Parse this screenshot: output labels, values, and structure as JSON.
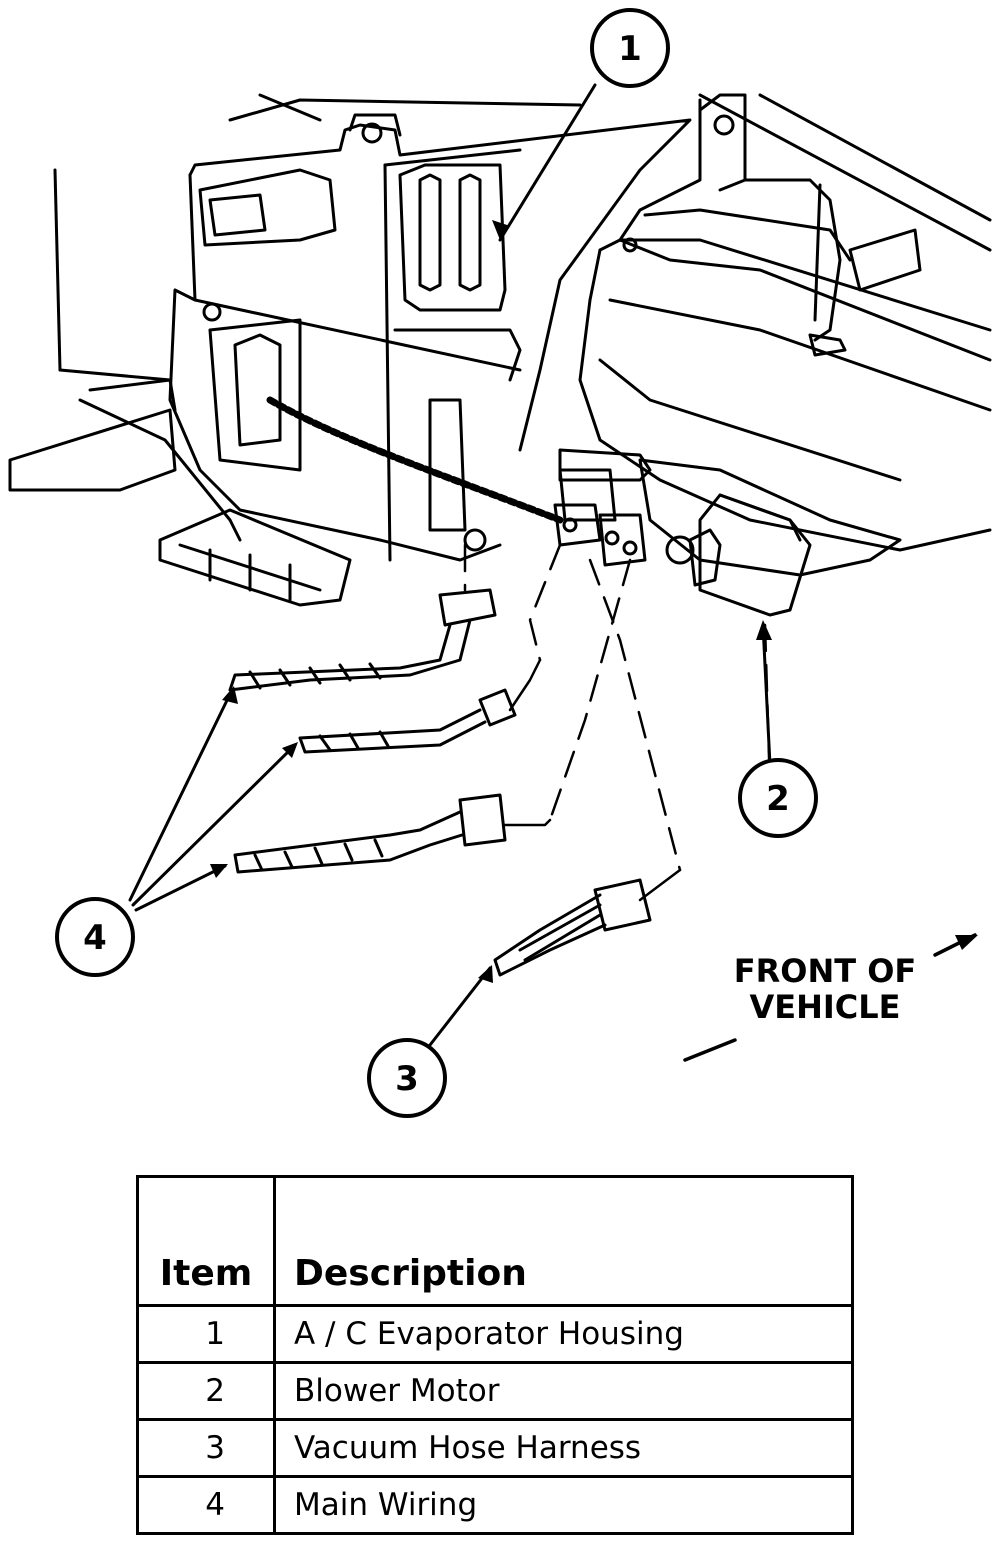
{
  "diagram": {
    "callouts": [
      {
        "id": "1",
        "label": "1"
      },
      {
        "id": "2",
        "label": "2"
      },
      {
        "id": "3",
        "label": "3"
      },
      {
        "id": "4",
        "label": "4"
      }
    ],
    "front_label": {
      "line1": "FRONT OF",
      "line2": "VEHICLE"
    }
  },
  "legend": {
    "headers": {
      "item": "Item",
      "description": "Description"
    },
    "rows": [
      {
        "item": "1",
        "description": "A / C Evaporator Housing"
      },
      {
        "item": "2",
        "description": "Blower Motor"
      },
      {
        "item": "3",
        "description": "Vacuum Hose Harness"
      },
      {
        "item": "4",
        "description": "Main Wiring"
      }
    ]
  },
  "colors": {
    "ink": "#000000",
    "paper": "#ffffff"
  }
}
